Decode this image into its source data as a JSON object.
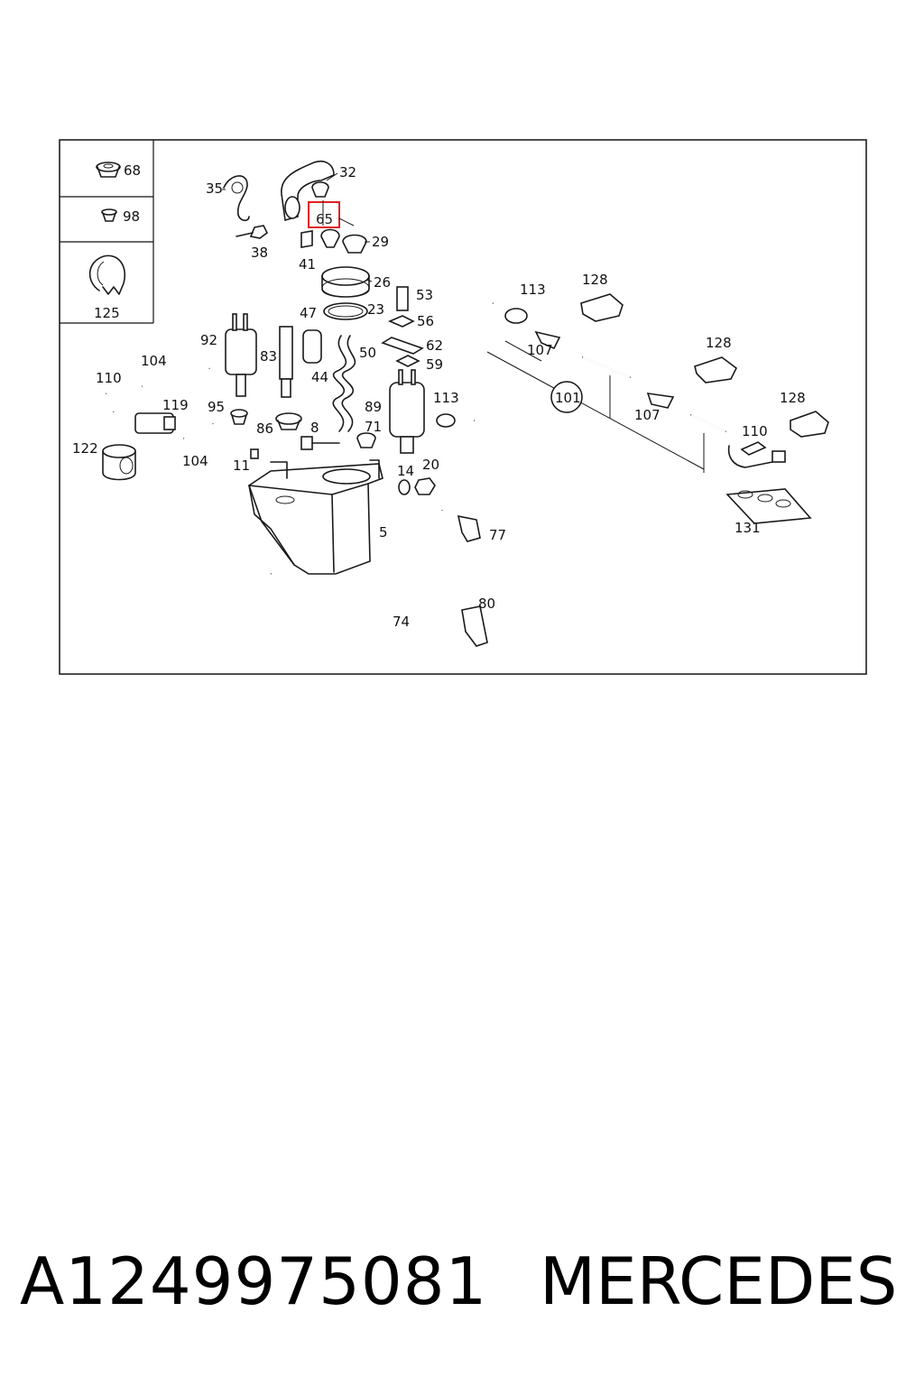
{
  "diagram": {
    "highlight_label": "65",
    "inset_labels": [
      "68",
      "98",
      "125"
    ],
    "part_labels": [
      "32",
      "35",
      "38",
      "41",
      "29",
      "26",
      "53",
      "47",
      "23",
      "56",
      "62",
      "59",
      "50",
      "92",
      "83",
      "44",
      "104",
      "110",
      "119",
      "95",
      "86",
      "8",
      "89",
      "71",
      "113",
      "128",
      "107",
      "101",
      "122",
      "11",
      "14",
      "20",
      "5",
      "77",
      "74",
      "80",
      "131"
    ]
  },
  "footer": {
    "part_number": "A1249975081",
    "brand": "MERCEDES"
  }
}
